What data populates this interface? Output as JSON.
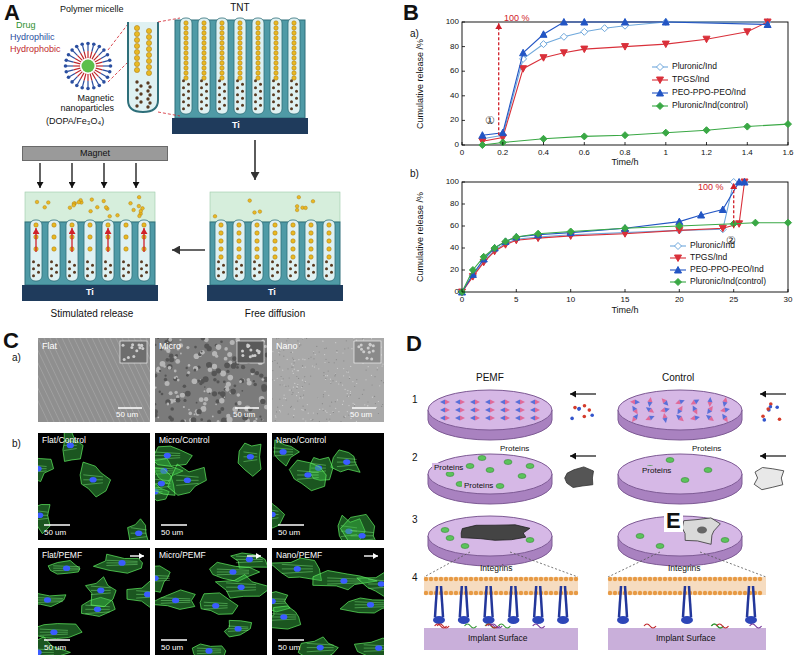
{
  "diagram": {
    "nodes": [
      {
        "text": [
          "TNT"
        ]
      },
      {
        "text": [
          "Magnet"
        ]
      },
      {
        "text": [
          "Stimulated release"
        ]
      },
      {
        "text": [
          "Free diffusion"
        ]
      }
    ],
    "edges": [
      {
        "from": 0,
        "to": 3,
        "arrow": "to"
      },
      {
        "from": 3,
        "to": 2,
        "arrow": "to"
      }
    ],
    "labels": [
      "A",
      "Polymer micelle",
      "Drug",
      "Hydrophilic",
      "Hydrophobic",
      "Magnetic nanoparticles",
      "(DOPA/Fe₃O₄)",
      "Ti",
      "Ti",
      "Ti",
      "B",
      "a)",
      "100 %",
      "①",
      "Cumulative release /%",
      "Time/h",
      "0",
      "0.2",
      "0.4",
      "0.6",
      "0.8",
      "1",
      "1.2",
      "1.4",
      "1.6",
      "0",
      "20",
      "40",
      "60",
      "80",
      "100",
      "b)",
      "100 %",
      "②",
      "Cumulative release /%",
      "Time/h",
      "0",
      "5",
      "10",
      "15",
      "20",
      "25",
      "30",
      "0",
      "20",
      "40",
      "60",
      "80",
      "100",
      "C",
      "a)",
      "Flat",
      "Micro",
      "Nano",
      "50 um",
      "50 um",
      "50 um",
      "b)",
      "Flat/Control",
      "Micro/Control",
      "Nano/Control",
      "Flat/PEMF",
      "Micro/PEMF",
      "Nano/PEMF",
      "50 um",
      "50 um",
      "50 um",
      "50 um",
      "50 um",
      "50 um",
      "D",
      "PEMF",
      "Control",
      "1",
      "2",
      "3",
      "4",
      "Proteins",
      "Proteins",
      "Proteins",
      "Proteins",
      "Proteins",
      "Integrins",
      "Implant Surface",
      "Integrins",
      "Implant Surface",
      "E"
    ],
    "legend": [
      {
        "text": "Pluronic/Ind"
      },
      {
        "text": "TPGS/Ind"
      },
      {
        "text": "PEO-PPO-PEO/Ind"
      },
      {
        "text": "Pluronic/Ind(control)"
      },
      {
        "text": "Pluronic/Ind"
      },
      {
        "text": "TPGS/Ind"
      },
      {
        "text": "PEO-PPO-PEO/Ind"
      },
      {
        "text": "Pluronic/Ind(control)"
      }
    ]
  }
}
